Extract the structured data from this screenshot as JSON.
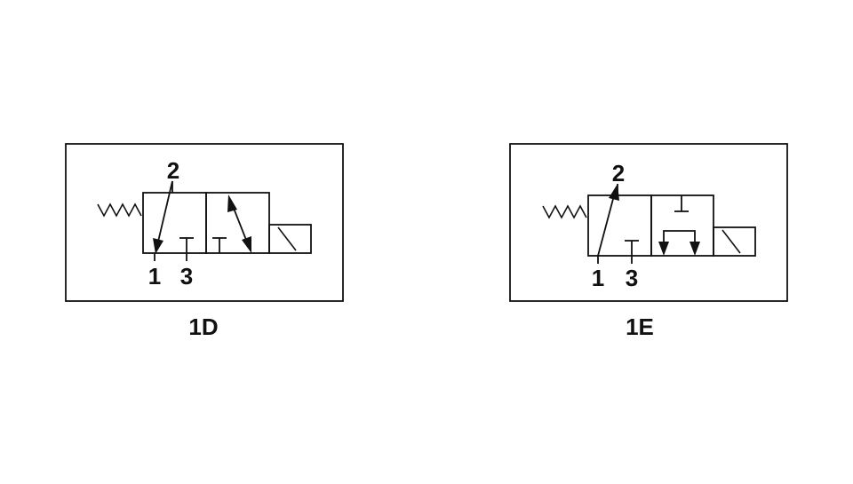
{
  "diagrams": [
    {
      "caption": "1D",
      "ports": {
        "top": "2",
        "bottom_left": "1",
        "bottom_right": "3"
      }
    },
    {
      "caption": "1E",
      "ports": {
        "top": "2",
        "bottom_left": "1",
        "bottom_right": "3"
      }
    }
  ],
  "colors": {
    "line": "#111111",
    "background": "#ffffff"
  }
}
